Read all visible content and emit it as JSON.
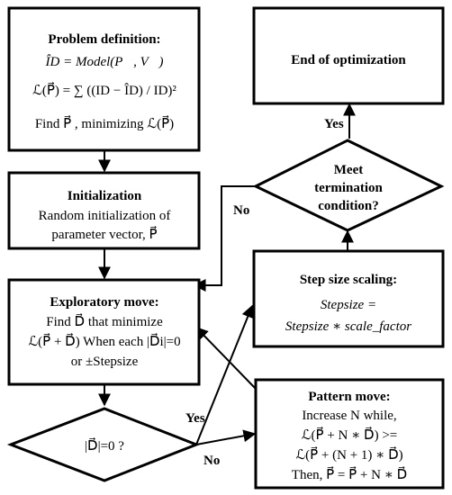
{
  "problem_definition": {
    "title": "Problem definition:",
    "model_eq": "ÎD = Model(P⃗, V⃗)",
    "loss_eq": "ℒ(P⃗) = ∑ ((ID − ÎD) / ID)²",
    "find_text": "Find P⃗ , minimizing ℒ(P⃗)"
  },
  "end_of_optimization": {
    "label": "End of optimization"
  },
  "initialization": {
    "title": "Initialization",
    "line1": "Random initialization of",
    "line2": "parameter vector, P⃗"
  },
  "termination_decision": {
    "line1": "Meet",
    "line2": "termination",
    "line3": "condition?",
    "yes_label": "Yes",
    "no_label": "No"
  },
  "step_size_scaling": {
    "title": "Step size scaling:",
    "line1": "Stepsize =",
    "line2": "Stepsize ∗ scale_factor"
  },
  "exploratory_move": {
    "title": "Exploratory move:",
    "line1": "Find D⃗ that minimize",
    "line2": "ℒ(P⃗ + D⃗) When each |D⃗i|=0",
    "line3": "or ±Stepsize"
  },
  "d_zero_decision": {
    "label": "|D⃗|=0 ?",
    "yes_label": "Yes",
    "no_label": "No"
  },
  "pattern_move": {
    "title": "Pattern move:",
    "line1": "Increase N while,",
    "line2": "ℒ(P⃗ + N ∗ D⃗) >=",
    "line3": "ℒ(P⃗ + (N + 1) ∗ D⃗)",
    "line4": "Then, P⃗ = P⃗ + N ∗ D⃗"
  }
}
